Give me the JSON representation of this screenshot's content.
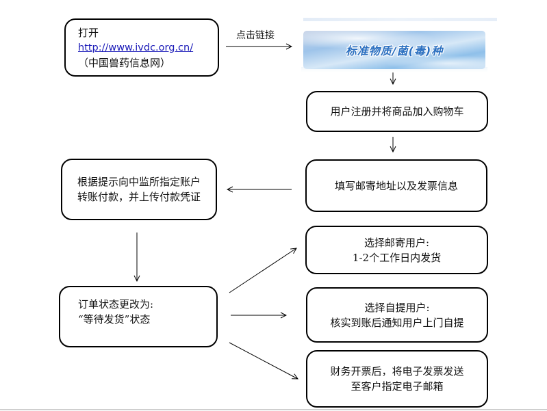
{
  "steps": {
    "open_site": {
      "line1": "打开",
      "url": "http://www.ivdc.org.cn/",
      "line3": "（中国兽药信息网）"
    },
    "click_link_label": "点击链接",
    "banner_text": "标准物质/菌(毒)种",
    "register": "用户注册并将商品加入购物车",
    "fill_address": "填写邮寄地址以及发票信息",
    "pay": {
      "line1": "根据提示向中监所指定账户",
      "line2": "转账付款，并上传付款凭证"
    },
    "order_status": {
      "line1": "订单状态更改为:",
      "line2": "“等待发货”状态"
    },
    "mail_option": {
      "line1": "选择邮寄用户:",
      "line2": "1-2个工作日内发货"
    },
    "pickup_option": {
      "line1": "选择自提用户:",
      "line2": "核实到账后通知用户上门自提"
    },
    "invoice": {
      "line1": "财务开票后，将电子发票发送",
      "line2": "至客户指定电子邮箱"
    }
  }
}
